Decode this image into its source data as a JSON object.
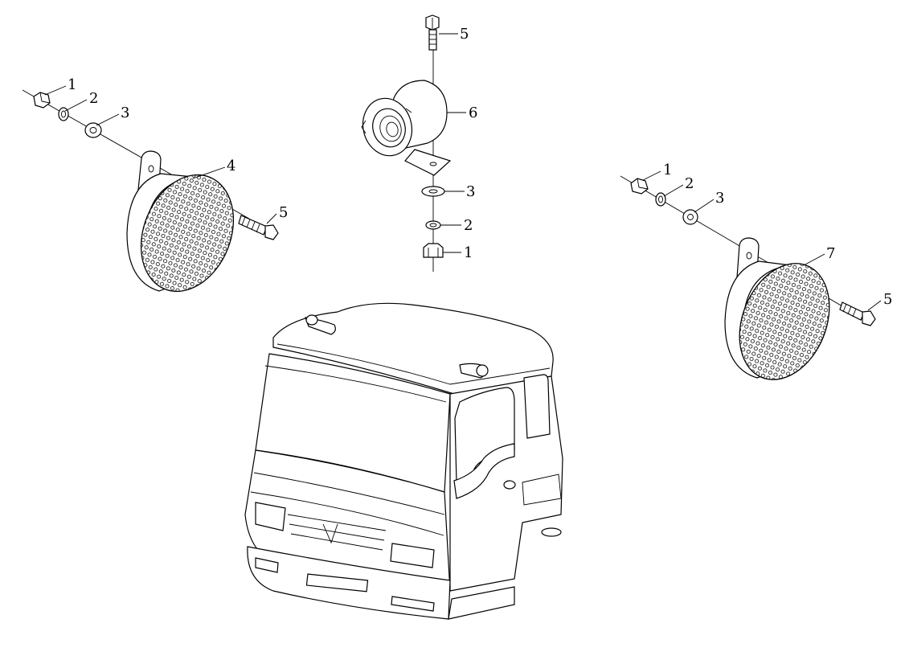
{
  "diagram": {
    "callouts": {
      "left_nut": "1",
      "left_lock_washer": "2",
      "left_flat_washer": "3",
      "left_horn": "4",
      "left_bolt": "5",
      "top_bolt": "5",
      "center_horn": "6",
      "center_flat_washer": "3",
      "center_lock_washer": "2",
      "center_nut": "1",
      "right_nut": "1",
      "right_lock_washer": "2",
      "right_flat_washer": "3",
      "right_horn": "7",
      "right_bolt": "5"
    }
  }
}
